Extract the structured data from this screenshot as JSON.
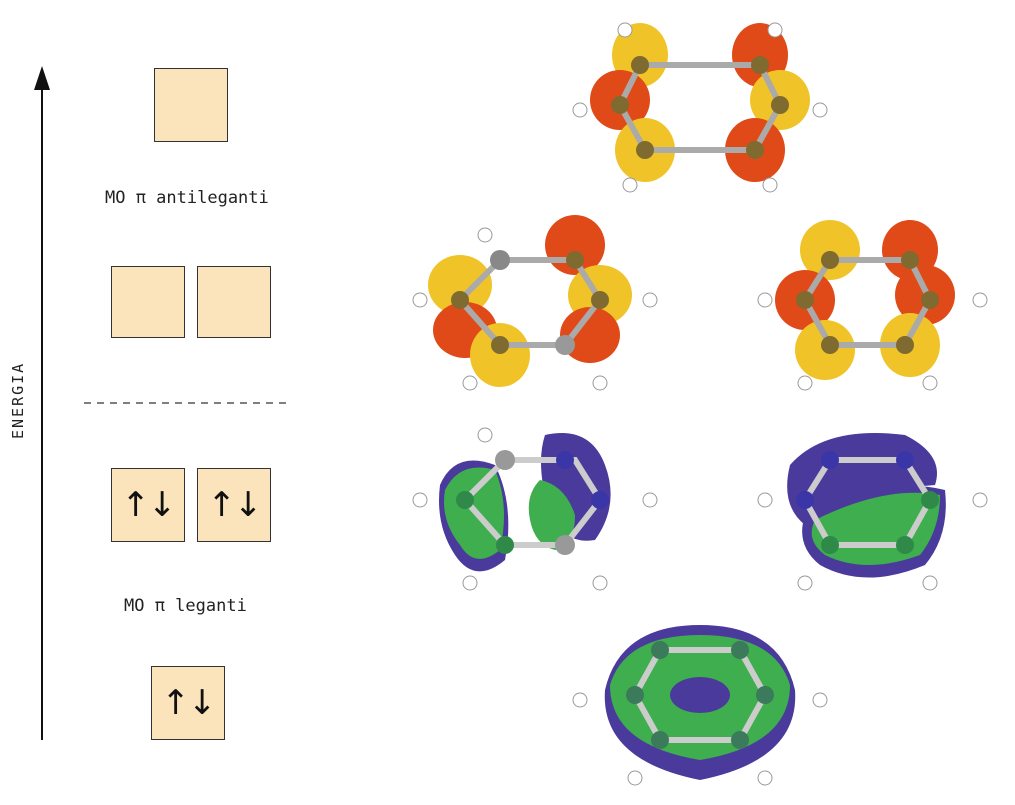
{
  "axis": {
    "label": "ENERGIA"
  },
  "labels": {
    "antibonding": "MO π antileganti",
    "bonding": "MO π leganti"
  },
  "levels": [
    {
      "id": "antibonding-upper",
      "boxes": [
        {
          "electrons": ""
        }
      ]
    },
    {
      "id": "antibonding-degenerate",
      "boxes": [
        {
          "electrons": ""
        },
        {
          "electrons": ""
        }
      ]
    },
    {
      "id": "bonding-degenerate",
      "boxes": [
        {
          "electrons": "↑↓"
        },
        {
          "electrons": "↑↓"
        }
      ]
    },
    {
      "id": "bonding-lowest",
      "boxes": [
        {
          "electrons": "↑↓"
        }
      ]
    }
  ],
  "colors": {
    "box_fill": "#fbe4bb",
    "antibonding_lobe_a": "#f0c428",
    "antibonding_lobe_b": "#e04a18",
    "bonding_lobe_a": "#3fae4e",
    "bonding_lobe_b": "#4a3a9c",
    "carbon": "#7f7f7f",
    "hydrogen": "#ffffff"
  }
}
